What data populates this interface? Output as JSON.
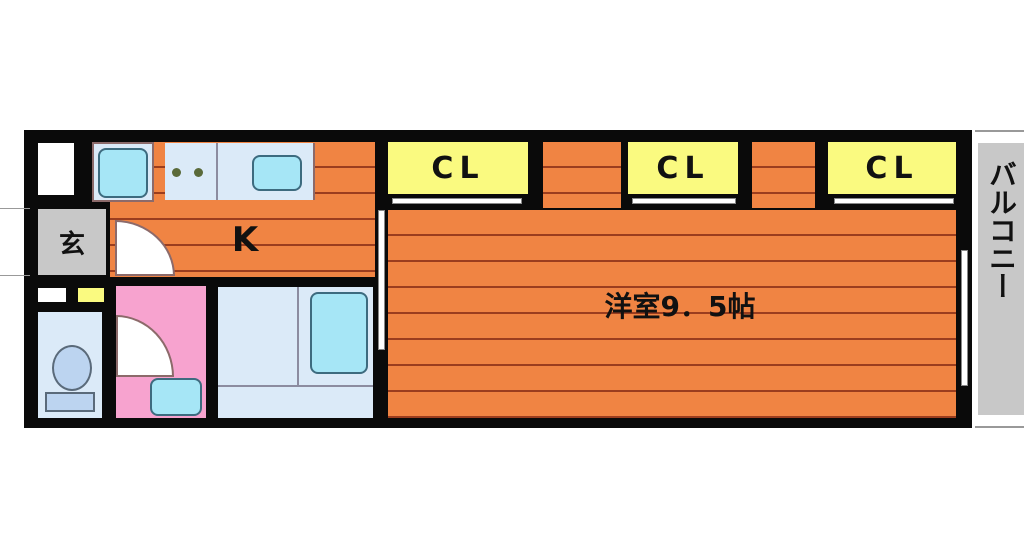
{
  "floorplan": {
    "rooms": {
      "genkan": {
        "label": "玄"
      },
      "kitchen": {
        "label": "K"
      },
      "western_room": {
        "label": "洋室9．5帖"
      },
      "closets": [
        {
          "label": "CL"
        },
        {
          "label": "CL"
        },
        {
          "label": "CL"
        }
      ],
      "balcony": {
        "label": "バルコニー"
      }
    },
    "colors": {
      "wall": "#0a0a0a",
      "floor": "#f08443",
      "closet": "#fafa80",
      "wet_area": "#dbeaf8",
      "fixture": "#a6e6f6",
      "washroom": "#f7a3cf",
      "entrance": "#c8c8c8"
    }
  }
}
